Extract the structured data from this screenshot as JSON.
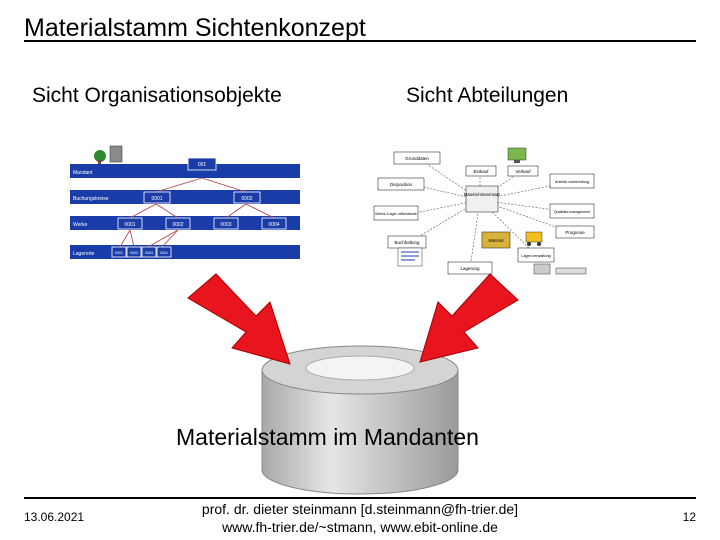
{
  "slide": {
    "title": "Materialstamm Sichtenkonzept",
    "view_left": "Sicht Organisationsobjekte",
    "view_right": "Sicht Abteilungen",
    "cylinder_label": "Materialstamm im Mandanten"
  },
  "org_diagram": {
    "rows": [
      {
        "label": "Mandant",
        "boxes": [
          "001"
        ]
      },
      {
        "label": "Buchungskreise",
        "boxes": [
          "0001",
          "0002"
        ]
      },
      {
        "label": "Werke",
        "boxes": [
          "0001",
          "0002",
          "0003",
          "0004"
        ]
      },
      {
        "label": "Lagerorte",
        "boxes": [
          "0001",
          "0002",
          "0003",
          "0001"
        ]
      }
    ]
  },
  "dept_diagram": {
    "center": "Material-stammsatz",
    "material_label": "Material",
    "nodes": [
      "Grunddaten",
      "Einkauf",
      "Verkauf",
      "Arbeits-vorbereitung",
      "Disposition",
      "Werks-/Lager-ortbestände",
      "Qualitäts-management",
      "Prognose",
      "Buchhaltung",
      "Lager-verwaltung",
      "Lagerung"
    ]
  },
  "footer": {
    "date": "13.06.2021",
    "author_line": "prof. dr. dieter steinmann [d.steinmann@fh-trier.de]",
    "web_line": "www.fh-trier.de/~stmann, www.ebit-online.de",
    "page": "12"
  },
  "colors": {
    "band": "#1a3ca8",
    "arrow": "#e8141e",
    "cylinder": "#c8c8c8"
  }
}
